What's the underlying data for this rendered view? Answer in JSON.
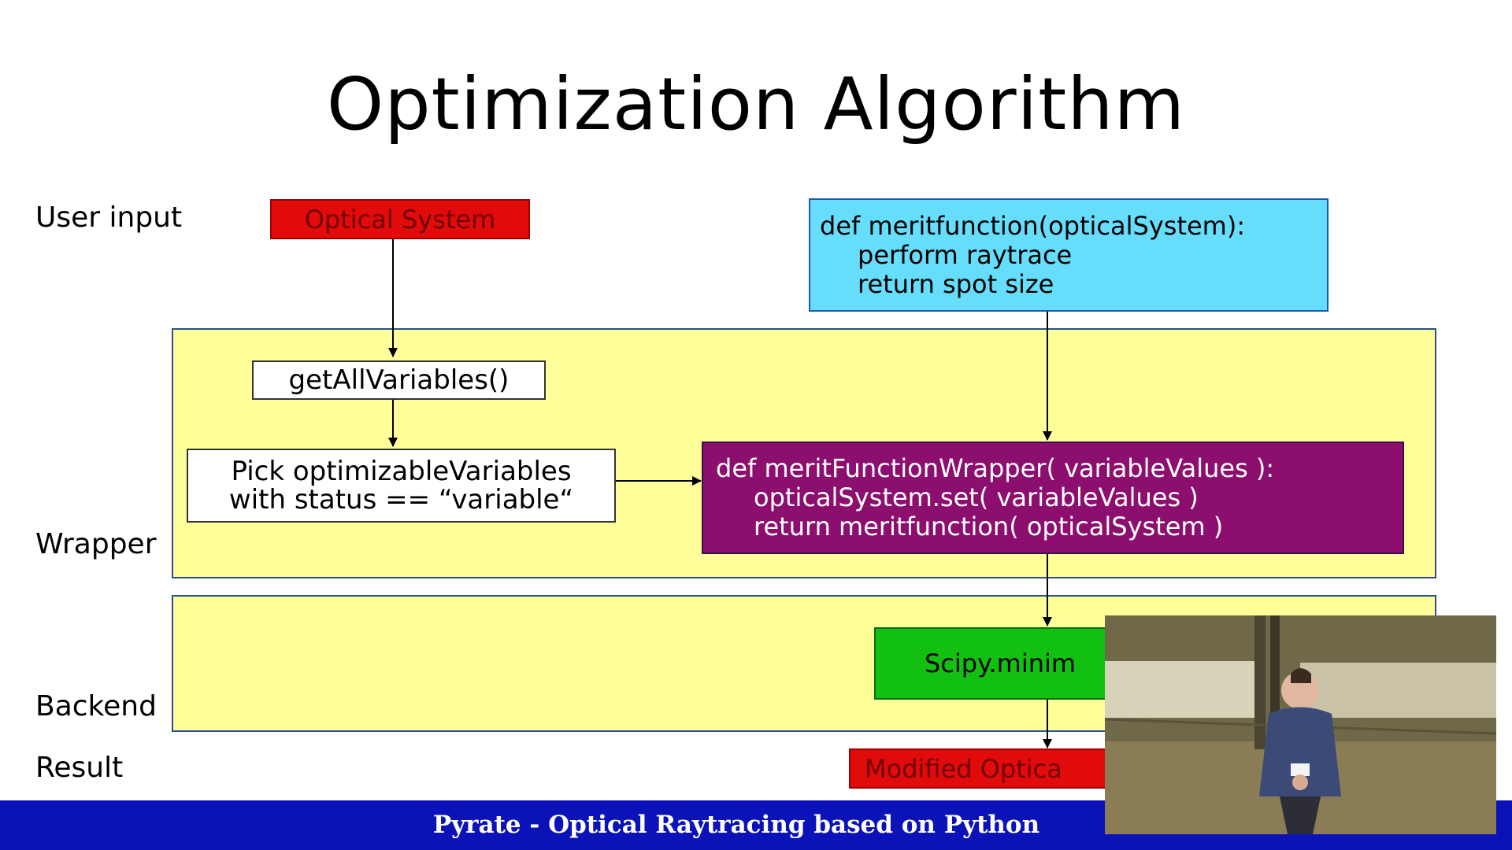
{
  "slide": {
    "title": "Optimization Algorithm",
    "row_labels": {
      "user_input": "User input",
      "wrapper": "Wrapper",
      "backend": "Backend",
      "result": "Result"
    },
    "nodes": {
      "optical_system": "Optical System",
      "get_all_variables": "getAllVariables()",
      "pick_variables": [
        "Pick optimizableVariables",
        "with status == “variable“"
      ],
      "merit_function": [
        "def meritfunction(opticalSystem):",
        "perform raytrace",
        "return spot size"
      ],
      "merit_wrapper": [
        "def meritFunctionWrapper( variableValues ):",
        "opticalSystem.set( variableValues )",
        "return meritfunction( opticalSystem )"
      ],
      "scipy": "Scipy.minim",
      "modified": "Modified Optica"
    },
    "footer": "Pyrate - Optical Raytracing based on Python"
  },
  "colors": {
    "panel": "#ffff99",
    "red_box": "#e20b0b",
    "blue_box": "#66ddfb",
    "purple_box": "#8c0e6e",
    "green_box": "#11c011",
    "footer_bar": "#0a12b8"
  }
}
